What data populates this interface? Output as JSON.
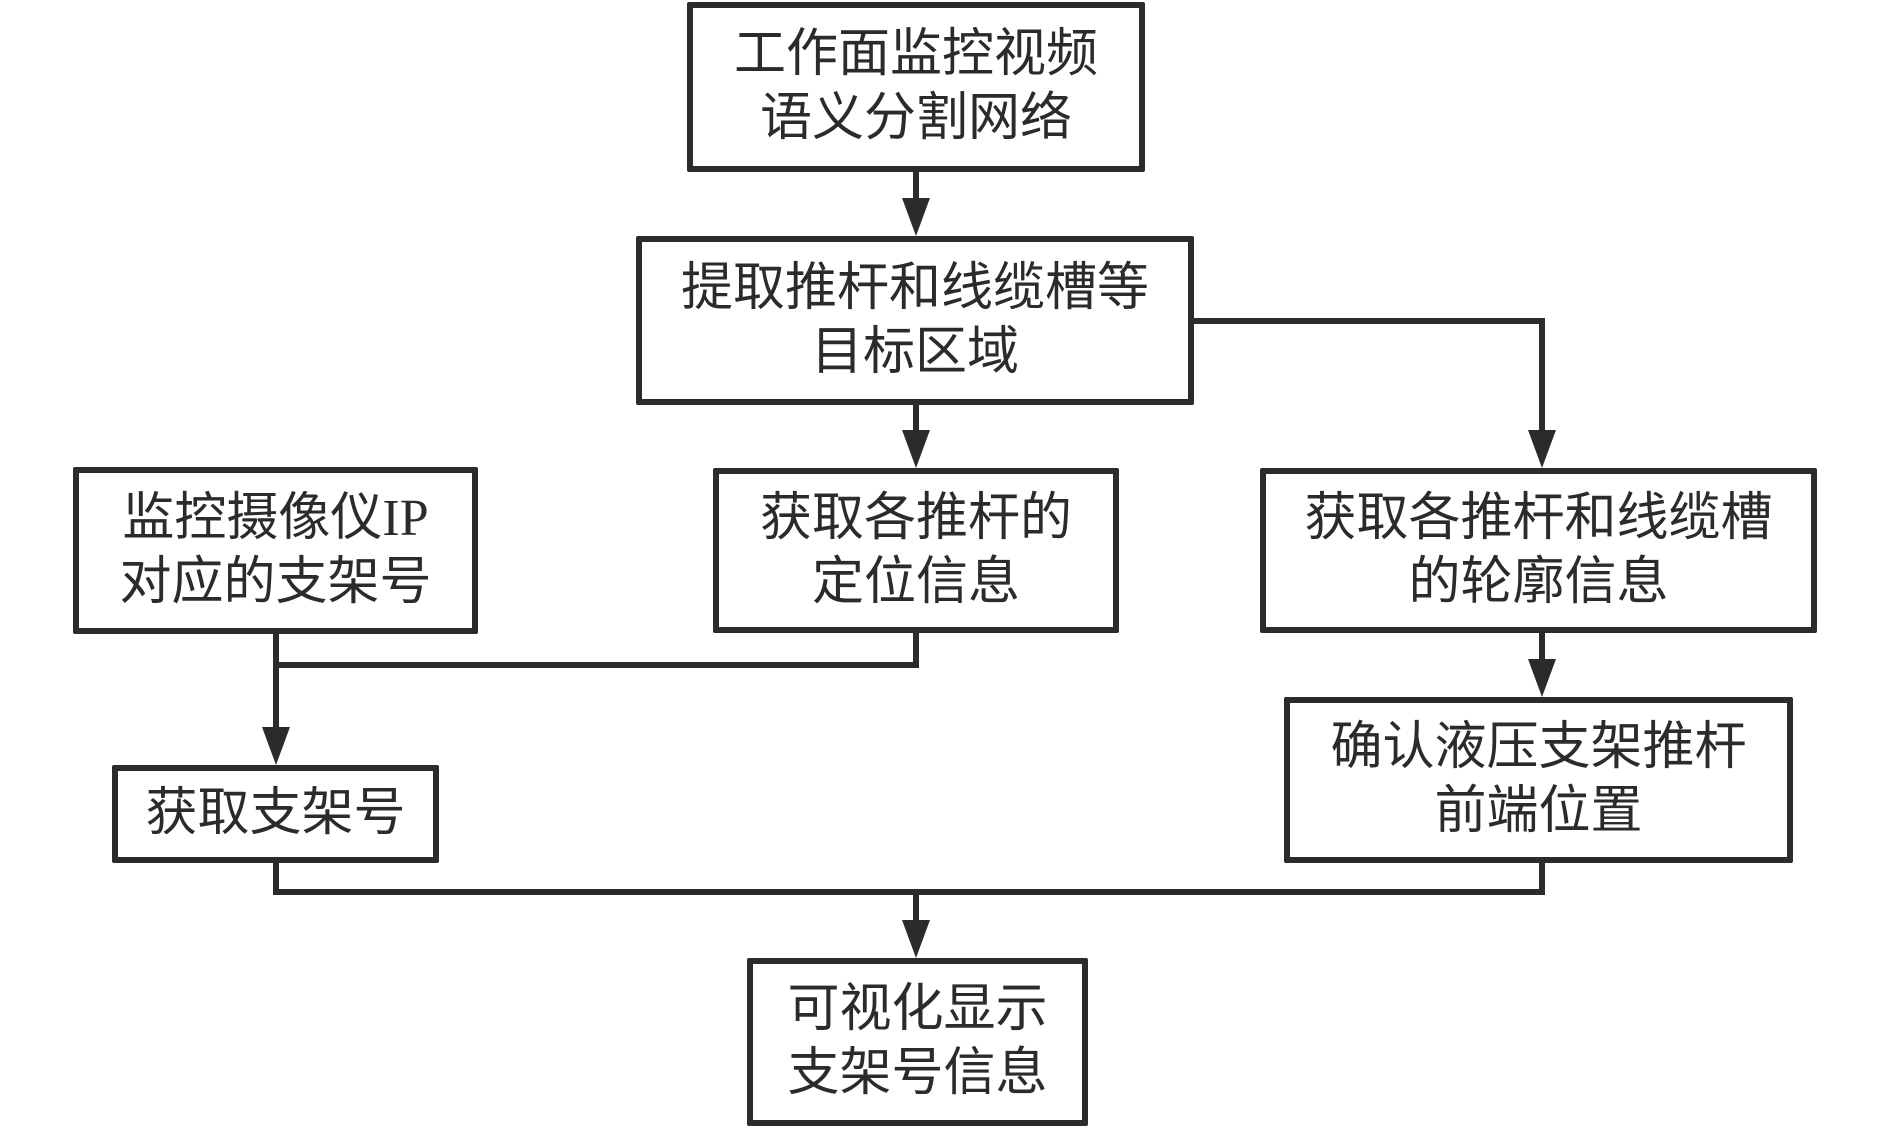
{
  "diagram": {
    "type": "flowchart",
    "nodes": {
      "segmentation_network": {
        "lines": [
          "工作面监控视频",
          "语义分割网络"
        ]
      },
      "extract_regions": {
        "lines": [
          "提取推杆和线缆槽等",
          "目标区域"
        ]
      },
      "camera_ip_bracket": {
        "lines": [
          "监控摄像仪IP",
          "对应的支架号"
        ]
      },
      "pusher_positioning": {
        "lines": [
          "获取各推杆的",
          "定位信息"
        ]
      },
      "contour_info": {
        "lines": [
          "获取各推杆和线缆槽",
          "的轮廓信息"
        ]
      },
      "confirm_front_position": {
        "lines": [
          "确认液压支架推杆",
          "前端位置"
        ]
      },
      "get_bracket_number": {
        "lines": [
          "获取支架号"
        ]
      },
      "visualize_bracket_info": {
        "lines": [
          "可视化显示",
          "支架号信息"
        ]
      }
    },
    "edges": [
      {
        "from": "segmentation_network",
        "to": "extract_regions"
      },
      {
        "from": "extract_regions",
        "to": "pusher_positioning"
      },
      {
        "from": "extract_regions",
        "to": "contour_info"
      },
      {
        "from": "camera_ip_bracket",
        "to": "get_bracket_number"
      },
      {
        "from": "pusher_positioning",
        "to": "get_bracket_number"
      },
      {
        "from": "contour_info",
        "to": "confirm_front_position"
      },
      {
        "from": "get_bracket_number",
        "to": "visualize_bracket_info"
      },
      {
        "from": "confirm_front_position",
        "to": "visualize_bracket_info"
      }
    ],
    "colors": {
      "stroke": "#2b2b2b",
      "text": "#2b2b2b",
      "background": "#ffffff"
    }
  }
}
